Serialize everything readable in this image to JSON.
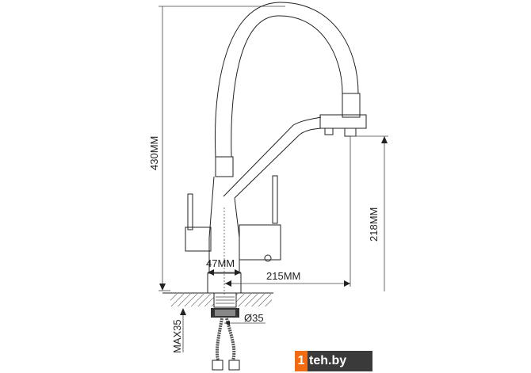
{
  "dimensions": {
    "total_height": "430MM",
    "spout_height": "218MM",
    "base_width": "47MM",
    "spout_reach": "215MM",
    "hole_diameter": "Ø35",
    "max_counter_thickness": "MAX35"
  },
  "watermark": {
    "mark": "1",
    "text": "teh.by",
    "accent": "#f26b12"
  }
}
